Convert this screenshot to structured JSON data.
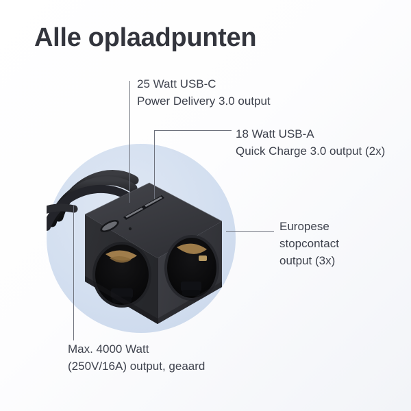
{
  "page": {
    "title": "Alle oplaadpunten",
    "background_color": "#fbfcfe",
    "circle_color": "#d3dff0",
    "text_color": "#3e424d",
    "title_color": "#33353d",
    "leader_line_color": "#6e727d"
  },
  "product": {
    "name": "power-cube",
    "body_color": "#2f3034",
    "top_face_color": "#3a3b40",
    "left_face_color": "#2b2c30",
    "right_face_color": "#3d3e43",
    "cable_color": "#26272b",
    "socket_contact_color": "#b08a52"
  },
  "annotations": [
    {
      "id": "usb-c",
      "line1": "25 Watt USB-C",
      "line2": "Power Delivery 3.0 output"
    },
    {
      "id": "usb-a",
      "line1": "18 Watt USB-A",
      "line2": "Quick Charge 3.0 output (2x)"
    },
    {
      "id": "eu-socket",
      "line1": "Europese",
      "line2": "stopcontact",
      "line3": "output (3x)"
    },
    {
      "id": "max-power",
      "line1": "Max. 4000 Watt",
      "line2": "(250V/16A) output, geaard"
    }
  ]
}
